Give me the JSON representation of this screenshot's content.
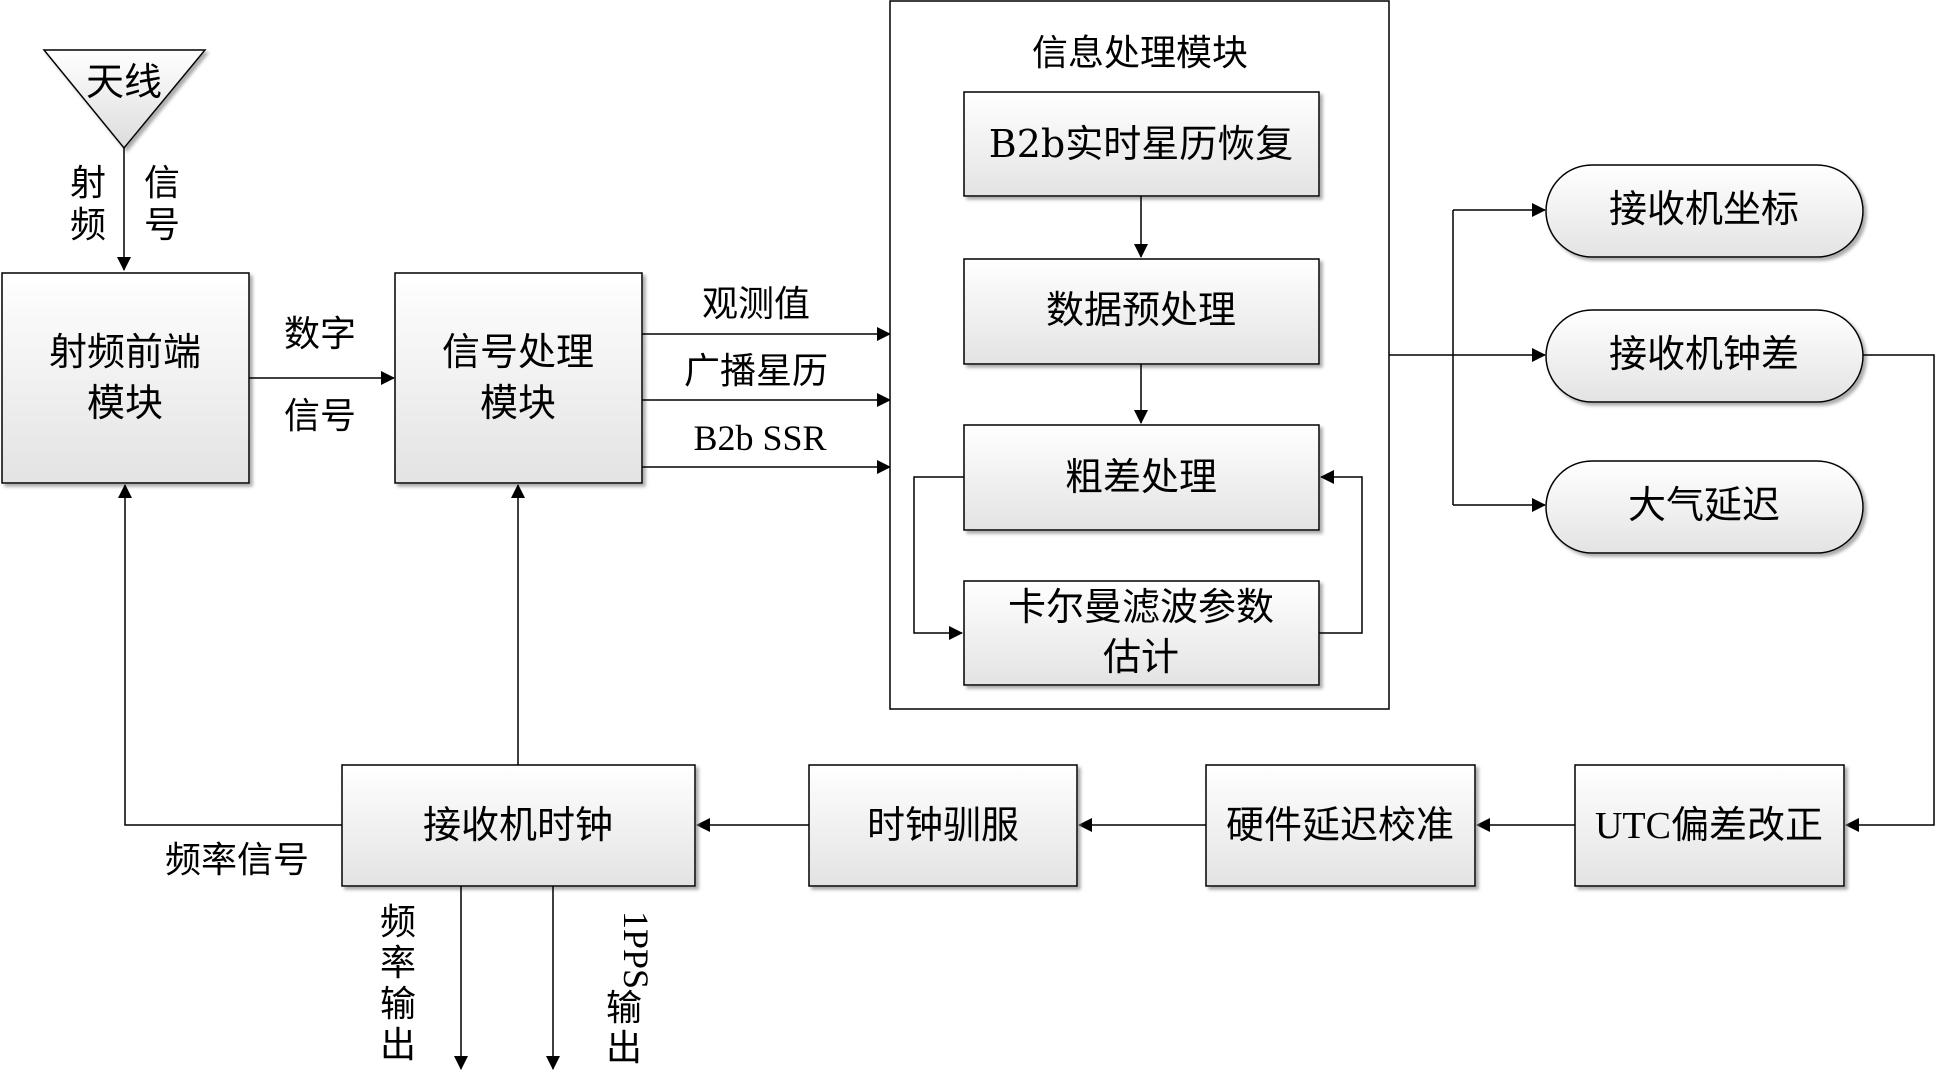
{
  "antenna": {
    "label": "天线"
  },
  "rf_signal": {
    "left": [
      "射",
      "频"
    ],
    "right": [
      "信",
      "号"
    ]
  },
  "blocks": {
    "rf_frontend": [
      "射频前端",
      "模块"
    ],
    "signal_processing": [
      "信号处理",
      "模块"
    ],
    "info_processing_title": "信息处理模块",
    "ephemeris_recovery": "B2b实时星历恢复",
    "data_preprocess": "数据预处理",
    "gross_error": "粗差处理",
    "kalman": [
      "卡尔曼滤波参数",
      "估计"
    ],
    "receiver_clock": "接收机时钟",
    "clock_discipline": "时钟驯服",
    "hw_delay_cal": "硬件延迟校准",
    "utc_bias": "UTC偏差改正"
  },
  "outputs": {
    "receiver_coord": "接收机坐标",
    "receiver_clock_bias": "接收机钟差",
    "atmos_delay": "大气延迟"
  },
  "edge_labels": {
    "digital_signal": [
      "数字",
      "信号"
    ],
    "observations": "观测值",
    "broadcast_ephemeris": "广播星历",
    "b2b_ssr": "B2b SSR",
    "freq_signal": "频率信号",
    "freq_output": [
      "频",
      "率",
      "输",
      "出"
    ],
    "pps_output": [
      "1PPS",
      "输",
      "出"
    ]
  }
}
